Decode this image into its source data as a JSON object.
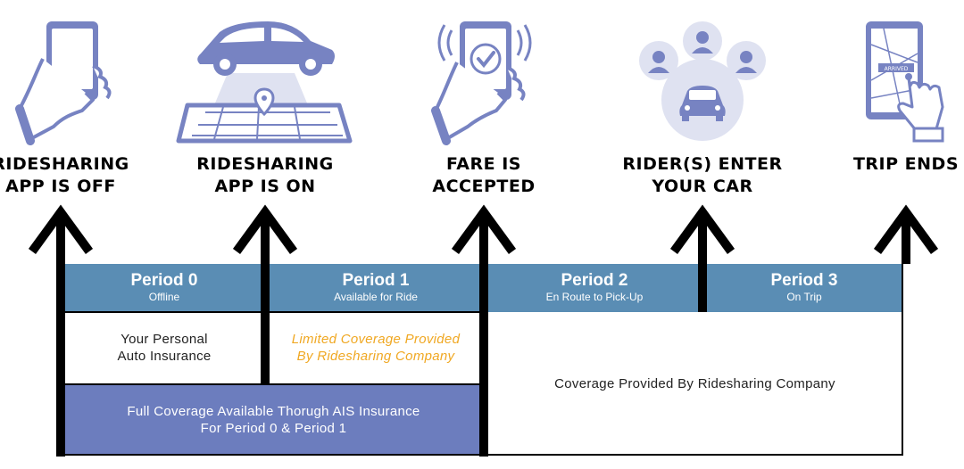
{
  "milestones": [
    {
      "label": "RIDESHARING\nAPP IS OFF",
      "icon": "hand-phone-blank-icon"
    },
    {
      "label": "RIDESHARING\nAPP IS ON",
      "icon": "car-over-map-icon"
    },
    {
      "label": "FARE IS\nACCEPTED",
      "icon": "hand-phone-check-icon"
    },
    {
      "label": "RIDER(S) ENTER\nYOUR CAR",
      "icon": "riders-car-icon"
    },
    {
      "label": "TRIP ENDS",
      "icon": "tablet-map-arrived-icon"
    }
  ],
  "periods": [
    {
      "name": "Period 0",
      "sub": "Offline"
    },
    {
      "name": "Period 1",
      "sub": "Available for Ride"
    },
    {
      "name": "Period 2",
      "sub": "En Route to Pick-Up"
    },
    {
      "name": "Period 3",
      "sub": "On Trip"
    }
  ],
  "coverage": {
    "personal": "Your Personal\nAuto Insurance",
    "limited": "Limited Coverage Provided\nBy Ridesharing Company",
    "full": "Coverage Provided By Ridesharing Company",
    "ais": "Full Coverage Available Thorugh AIS Insurance\nFor Period 0 & Period 1"
  },
  "icon_text": {
    "arrived": "ARRIVED"
  },
  "colors": {
    "period_header": "#5a8db4",
    "ais_box": "#6c7dbe",
    "limited_text": "#f0a823",
    "icon_fill": "#7783c2",
    "icon_light": "#dfe2f1"
  }
}
